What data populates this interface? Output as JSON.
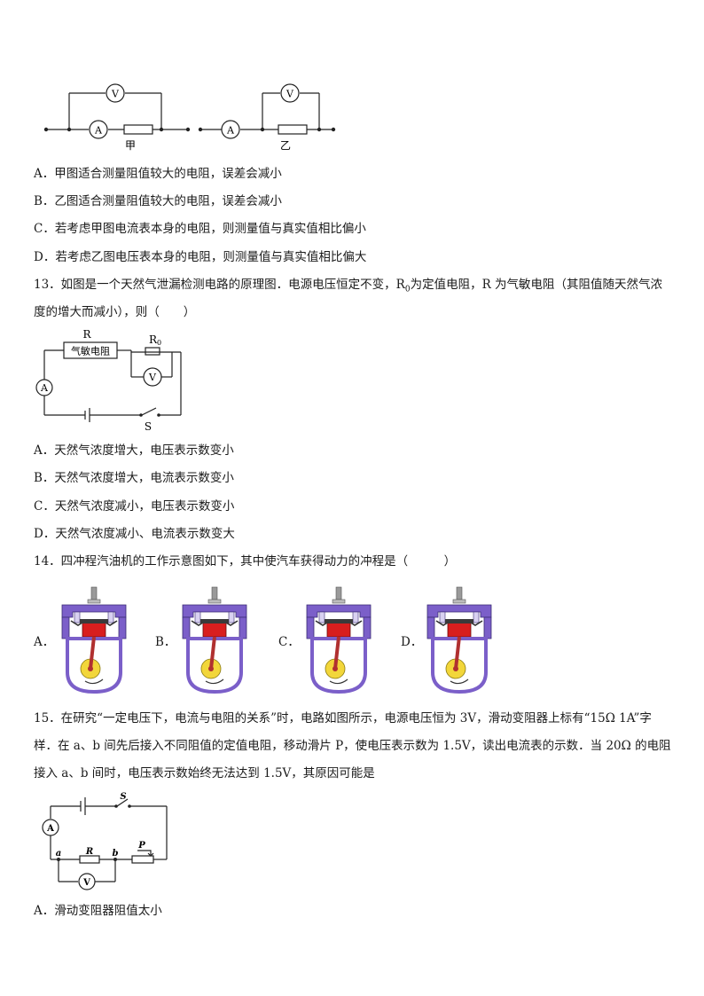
{
  "fig1": {
    "meter_v": "V",
    "meter_a": "A",
    "label_jia": "甲",
    "label_yi": "乙"
  },
  "q12_options": [
    "A．甲图适合测量阻值较大的电阻，误差会减小",
    "B．乙图适合测量阻值较大的电阻，误差会减小",
    "C．若考虑甲图电流表本身的电阻，则测量值与真实值相比偏小",
    "D．若考虑乙图电压表本身的电阻，则测量值与真实值相比偏大"
  ],
  "q13": {
    "stem_line1_a": "13．如图是一个天然气泄漏检测电路的原理图．电源电压恒定不变，R",
    "stem_line1_sub": "0",
    "stem_line1_b": "为定值电阻，R 为气敏电阻（其阻值随天然气浓",
    "stem_line2": "度的增大而减小），则（　　）",
    "figure": {
      "label_r": "R",
      "label_gas": "气敏电阻",
      "label_r0": "R",
      "label_r0_sub": "0",
      "meter_v": "V",
      "meter_a": "A",
      "label_s": "S"
    },
    "options": [
      "A．天然气浓度增大，电压表示数变小",
      "B．天然气浓度增大，电流表示数变小",
      "C．天然气浓度减小，电压表示数变小",
      "D．天然气浓度减小、电流表示数变大"
    ]
  },
  "q14": {
    "stem": "14．四冲程汽油机的工作示意图如下，其中使汽车获得动力的冲程是（　　　）",
    "option_letters": [
      "A．",
      "B．",
      "C．",
      "D．"
    ],
    "colors": {
      "casing": "#7b5fc9",
      "piston": "#d81e1e",
      "crank": "#f2d63a"
    }
  },
  "q15": {
    "stem_line1": "15．在研究“一定电压下，电流与电阻的关系”时，电路如图所示，电源电压恒为 3V，滑动变阻器上标有“15Ω 1A”字",
    "stem_line2": "样．在 a、b 间先后接入不同阻值的定值电阻，移动滑片 P，使电压表示数为 1.5V，读出电流表的示数．当 20Ω 的电阻",
    "stem_line3": "接入 a、b 间时，电压表示数始终无法达到 1.5V，其原因可能是",
    "figure": {
      "label_s": "S",
      "meter_a": "A",
      "label_a": "a",
      "label_r": "R",
      "label_b": "b",
      "label_p": "P",
      "meter_v": "V"
    },
    "options": [
      "A．滑动变阻器阻值太小"
    ]
  }
}
